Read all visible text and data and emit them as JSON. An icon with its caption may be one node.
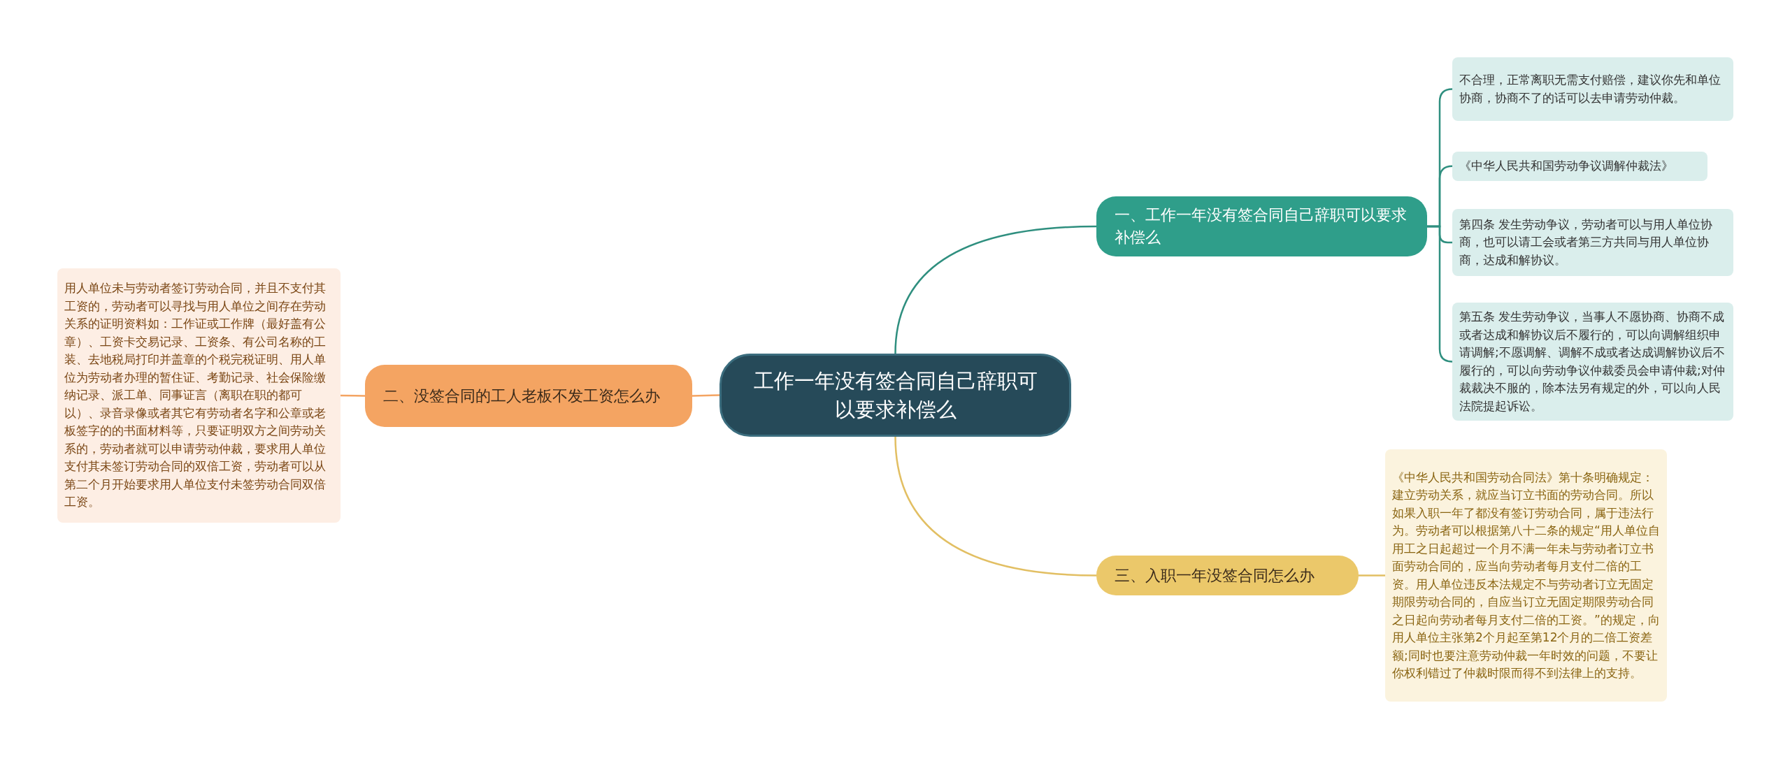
{
  "diagram": {
    "nodes": [
      {
        "text": [
          "工作一年没有签合同自己辞职可以要求补偿么"
        ]
      },
      {
        "text": [
          "一、工作一年没有签合同自己辞职可以要求补偿么"
        ]
      },
      {
        "text": [
          "不合理，正常离职无需支付赔偿，建议你先和单位协商，协商不了的话可以去申请劳动仲裁。"
        ]
      },
      {
        "text": [
          "《中华人民共和国劳动争议调解仲裁法》"
        ]
      },
      {
        "text": [
          "第四条 发生劳动争议，劳动者可以与用人单位协商，也可以请工会或者第三方共同与用人单位协商，达成和解协议。"
        ]
      },
      {
        "text": [
          "第五条 发生劳动争议，当事人不愿协商、协商不成或者达成和解协议后不履行的，可以向调解组织申请调解;不愿调解、调解不成或者达成调解协议后不履行的，可以向劳动争议仲裁委员会申请仲裁;对仲裁裁决不服的，除本法另有规定的外，可以向人民法院提起诉讼。"
        ]
      },
      {
        "text": [
          "二、没签合同的工人老板不发工资怎么办"
        ]
      },
      {
        "text": [
          "用人单位未与劳动者签订劳动合同，并且不支付其工资的，劳动者可以寻找与用人单位之间存在劳动关系的证明资料如：工作证或工作牌（最好盖有公章）、工资卡交易记录、工资条、有公司名称的工装、去地税局打印并盖章的个税完税证明、用人单位为劳动者办理的暂住证、考勤记录、社会保险缴纳记录、派工单、同事证言（离职在职的都可以）、录音录像或者其它有劳动者名字和公章或老板签字的的书面材料等，只要证明双方之间劳动关系的，劳动者就可以申请劳动仲裁，要求用人单位支付其未签订劳动合同的双倍工资，劳动者可以从第二个月开始要求用人单位支付未签劳动合同双倍工资。"
        ]
      },
      {
        "text": [
          "三、入职一年没签合同怎么办"
        ]
      },
      {
        "text": [
          "《中华人民共和国劳动合同法》第十条明确规定：建立劳动关系，就应当订立书面的劳动合同。所以如果入职一年了都没有签订劳动合同，属于违法行为。劳动者可以根据第八十二条的规定“用人单位自用工之日起超过一个月不满一年未与劳动者订立书面劳动合同的，应当向劳动者每月支付二倍的工资。用人单位违反本法规定不与劳动者订立无固定期限劳动合同的，自应当订立无固定期限劳动合同之日起向劳动者每月支付二倍的工资。”的规定，向用人单位主张第2个月起至第12个月的二倍工资差额;同时也要注意劳动仲裁一年时效的问题，不要让你权利错过了仲裁时限而得不到法律上的支持。"
        ]
      }
    ],
    "edges": [
      {
        "from": 0,
        "to": 1,
        "arrow": "none"
      },
      {
        "from": 1,
        "to": 2,
        "arrow": "none"
      },
      {
        "from": 1,
        "to": 3,
        "arrow": "none"
      },
      {
        "from": 1,
        "to": 4,
        "arrow": "none"
      },
      {
        "from": 1,
        "to": 5,
        "arrow": "none"
      },
      {
        "from": 0,
        "to": 6,
        "arrow": "none",
        "color": "#f4a462"
      },
      {
        "from": 6,
        "to": 7,
        "arrow": "none",
        "color": "#f4a462"
      },
      {
        "from": 0,
        "to": 8,
        "arrow": "none",
        "color": "#e2bf63"
      },
      {
        "from": 8,
        "to": 9,
        "arrow": "none",
        "color": "#e2bf63"
      }
    ]
  }
}
